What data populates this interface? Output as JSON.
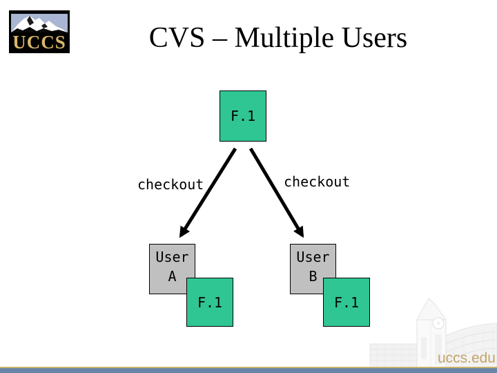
{
  "slide": {
    "title": "CVS – Multiple Users"
  },
  "logo": {
    "acronym": "UCCS"
  },
  "diagram": {
    "repository_file": {
      "label": "F.1"
    },
    "edges": {
      "left_label": "checkout",
      "right_label": "checkout"
    },
    "users": [
      {
        "name_line1": "User",
        "name_line2": "A",
        "working_copy": "F.1"
      },
      {
        "name_line1": "User",
        "name_line2": "B",
        "working_copy": "F.1"
      }
    ]
  },
  "footer": {
    "website": "uccs.edu"
  },
  "colors": {
    "box_green": "#2fc694",
    "box_gray": "#c0c0c0",
    "bar_blue": "#6884a9",
    "line_gold": "#c9b268",
    "logo_gold": "#d9b86a",
    "logo_sky": "#a9b6d3",
    "url_text": "#c3a467"
  }
}
